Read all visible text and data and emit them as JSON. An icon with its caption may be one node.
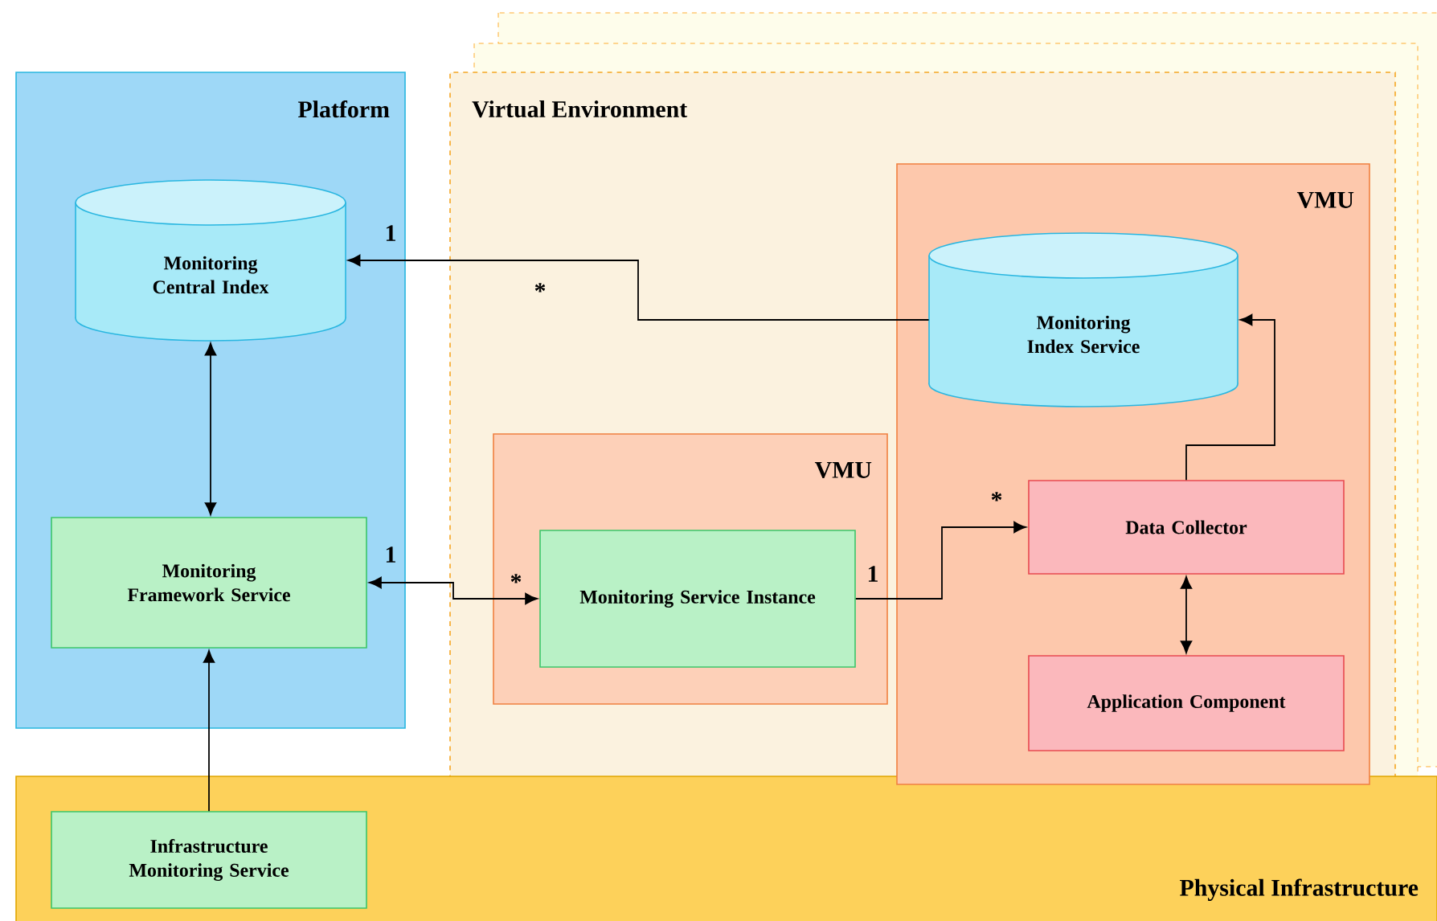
{
  "diagram": {
    "nodes": [
      {
        "text": [
          "Platform"
        ]
      },
      {
        "text": [
          "Monitoring Central Index"
        ],
        "in": 0
      },
      {
        "text": [
          "Monitoring Framework Service"
        ],
        "in": 0
      },
      {
        "text": [
          "Physical Infrastructure"
        ]
      },
      {
        "text": [
          "Infrastructure Monitoring Service"
        ],
        "in": 3
      },
      {
        "text": [
          "Virtual Environment"
        ]
      },
      {
        "text": [
          "VMU"
        ],
        "in": 5
      },
      {
        "text": [
          "Monitoring Service Instance"
        ],
        "in": 6
      },
      {
        "text": [
          "VMU"
        ],
        "in": 5
      },
      {
        "text": [
          "Monitoring Index Service"
        ],
        "in": 8
      },
      {
        "text": [
          "Data Collector"
        ],
        "in": 8
      },
      {
        "text": [
          "Application Component"
        ],
        "in": 8
      }
    ],
    "edges": [
      {
        "from": 9,
        "to": 1,
        "arrow": "to"
      },
      {
        "from": 1,
        "to": 2,
        "arrow": "both"
      },
      {
        "from": 4,
        "to": 2,
        "arrow": "to"
      },
      {
        "from": 2,
        "to": 7,
        "arrow": "both"
      },
      {
        "from": 7,
        "to": 10,
        "arrow": "to"
      },
      {
        "from": 10,
        "to": 9,
        "arrow": "to"
      },
      {
        "from": 10,
        "to": 11,
        "arrow": "both"
      }
    ],
    "labels": [
      "1",
      "*",
      "*",
      "1",
      "1",
      "*"
    ]
  }
}
